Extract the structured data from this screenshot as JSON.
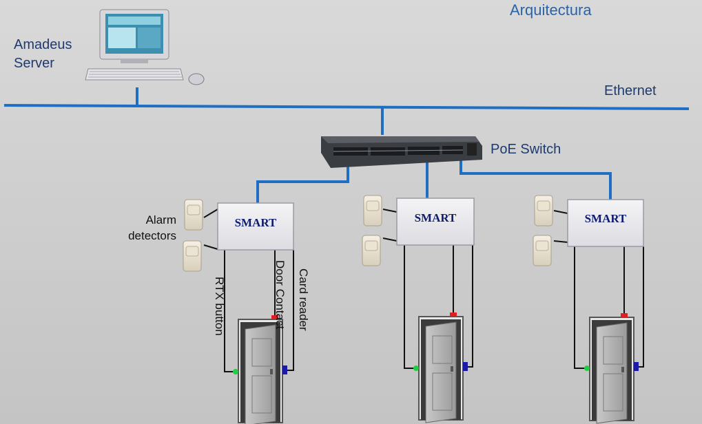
{
  "title": "Arquitectura",
  "server": {
    "line1": "Amadeus",
    "line2": "Server"
  },
  "network": {
    "ethernet": "Ethernet",
    "switch": "PoE Switch"
  },
  "controller_label": "SMART",
  "labels": {
    "alarm_line1": "Alarm",
    "alarm_line2": "detectors",
    "rtx": "RTX button",
    "door_line1": "Door",
    "door_line2": "Contact",
    "card": "Card reader"
  },
  "colors": {
    "network_line": "#1e6fc4",
    "wire": "#111111",
    "title": "#2a63a8",
    "text": "#1f3a6e",
    "smart_text": "#0d1b6e",
    "rtx_led": "#22cc44",
    "door_contact": "#e02020",
    "card_reader": "#1b1ba8"
  }
}
